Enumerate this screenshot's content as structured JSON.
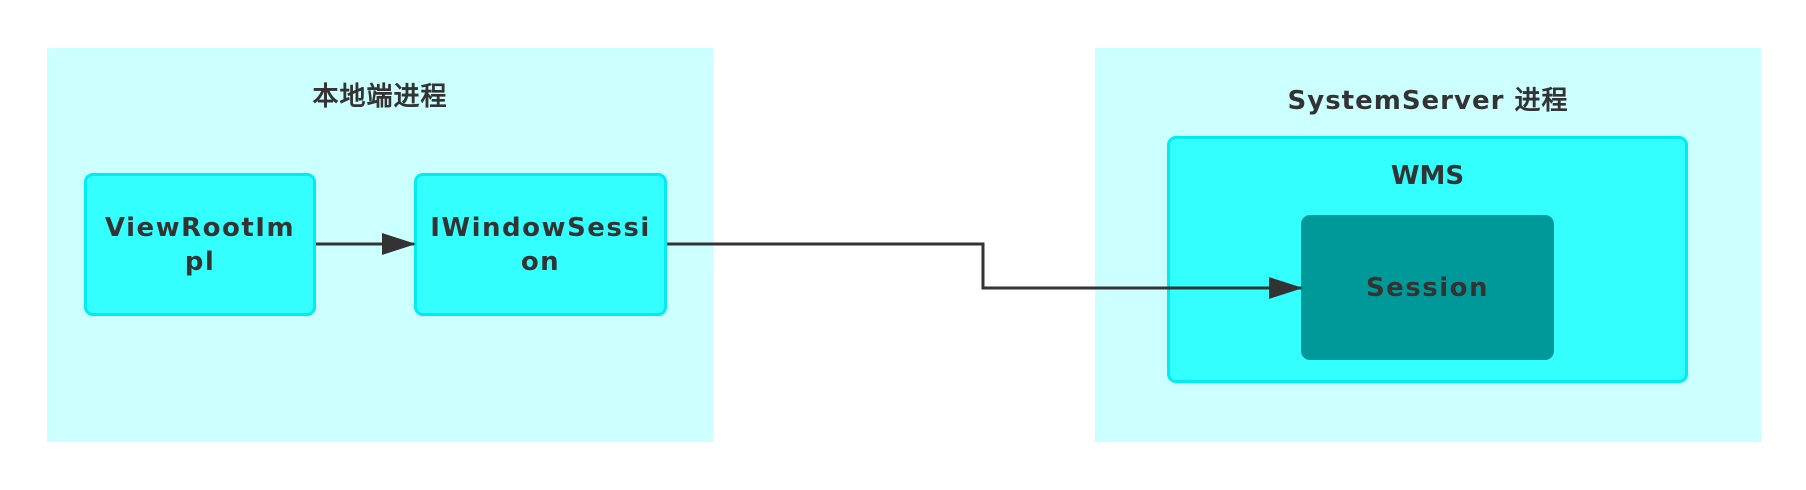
{
  "local_process": {
    "title": "本地端进程",
    "view_root_impl": {
      "line1": "ViewRootIm",
      "line2": "pl"
    },
    "iwindow_session": {
      "line1": "IWindowSessi",
      "line2": "on"
    }
  },
  "system_server": {
    "title": "SystemServer 进程",
    "wms": {
      "title": "WMS",
      "session": "Session"
    }
  },
  "colors": {
    "region_bg": "#ccffff",
    "node_fill": "#33ffff",
    "node_border": "#00ebf2",
    "session_fill": "#009999",
    "text": "#333333",
    "connector": "#333333"
  }
}
